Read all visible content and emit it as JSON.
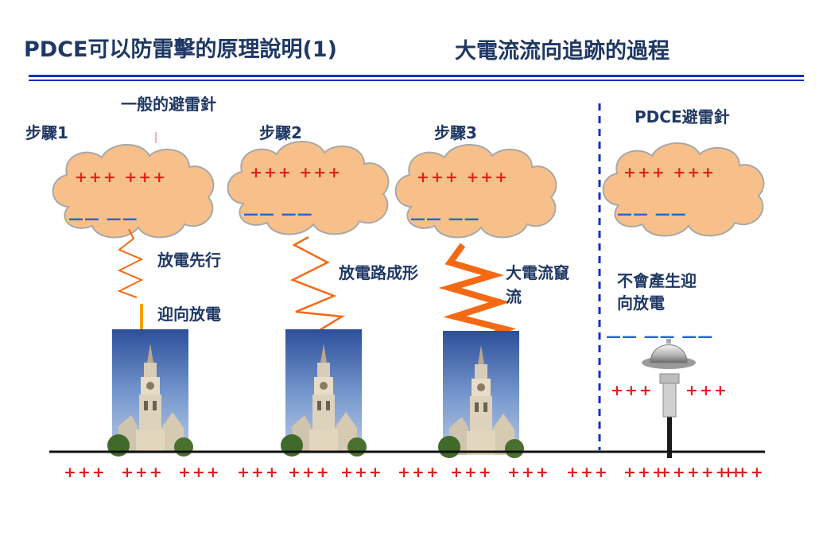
{
  "title": "PDCE可以防雷擊的原理說明(1)",
  "subtitle": "大電流流向追跡的過程",
  "labels": {
    "normal_rod": "一般的避雷針",
    "step1": "步驟1",
    "step2": "步驟2",
    "step3": "步驟3",
    "pdce_rod": "PDCE避雷針",
    "discharge_leader": "放電先行",
    "upward_discharge": "迎向放電",
    "discharge_path": "放電路成形",
    "big_current_1": "大電流竄",
    "big_current_2": "流",
    "no_upward_1": "不會產生迎",
    "no_upward_2": "向放電"
  },
  "cloud": {
    "positive": "+++  +++",
    "negative": "—— ——"
  },
  "pdce_field": {
    "negative": "——  ——  ——",
    "positive_left": "+++",
    "positive_right": "+++"
  },
  "ground_charges": [
    "+++",
    "+++",
    "+++",
    "+++",
    "+++",
    "+++",
    "+++",
    "+++",
    "+++",
    "+++",
    "+++",
    "++++++",
    "+++"
  ],
  "colors": {
    "title": "#1f3864",
    "positive": "#e02020",
    "negative": "#2563d6",
    "cloud_fill": "#f7c08a",
    "lightning": "#f46a14",
    "divider": "#1a2fc0"
  },
  "icons": {
    "cloud": "cloud-icon",
    "tower": "tower-photo-icon",
    "pdce_device": "pdce-rod-icon"
  }
}
